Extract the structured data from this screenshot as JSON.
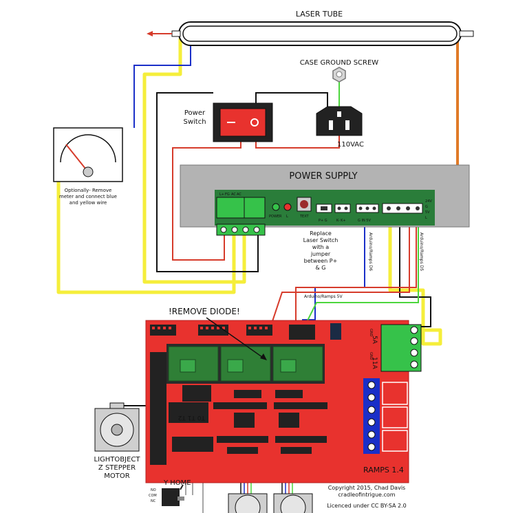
{
  "labels": {
    "laser_tube": "LASER TUBE",
    "case_ground": "CASE GROUND SCREW",
    "power_switch_1": "Power",
    "power_switch_2": "Switch",
    "vac": "110VAC",
    "meter_note_1": "Optionally- Remove",
    "meter_note_2": "meter and connect blue",
    "meter_note_3": "and yellow wire",
    "power_supply": "POWER SUPPLY",
    "ps_terminals": [
      "L+",
      "FG",
      "AC",
      "AC"
    ],
    "ps_power": "POWER",
    "ps_l": "L",
    "ps_text": "TEXT",
    "ps_pg": "P+  G",
    "ps_kk": "K-  K+",
    "ps_g_in_5v": "G  IN  5V",
    "ps_side": [
      "24V",
      "G",
      "5V",
      "L"
    ],
    "replace_1": "Replace",
    "replace_2": "Laser Switch",
    "replace_3": "with a",
    "replace_4": "jumper",
    "replace_5": "between P+",
    "replace_6": "& G",
    "d6": "Arduino/Ramps D6",
    "d5": "Arduino/Ramps D5",
    "r5v": "Arduino/Ramps 5V",
    "remove_diode": "!REMOVE DIODE!",
    "t0t1t2": "T0  T1  T2",
    "fivea": "5A",
    "elevena": "11A",
    "gnd1": "GND",
    "gnd2": "GND",
    "ramps": "RAMPS 1.4",
    "motor_1": "LIGHTOBJECT",
    "motor_2": "Z STEPPER",
    "motor_3": "MOTOR",
    "yhome": "Y HOME",
    "no": "NO",
    "com": "COM",
    "nc": "NC",
    "copyright_1": "Copyright 2015, Chad Davis",
    "copyright_2": "cradleofintrigue.com",
    "licence": "Licenced under CC BY-SA 2.0"
  },
  "colors": {
    "board_red": "#e8322e",
    "ps_green": "#2a7d3a",
    "terminal_green": "#36c24a",
    "driver_green": "#2f7f36",
    "wire_yellow": "#f5ee3a",
    "wire_blue": "#1a2fc8",
    "wire_red": "#d63b2b",
    "wire_orange": "#e07a26",
    "wire_green": "#4cd63c",
    "wire_black": "#111111",
    "ps_grey": "#b3b3b3"
  }
}
